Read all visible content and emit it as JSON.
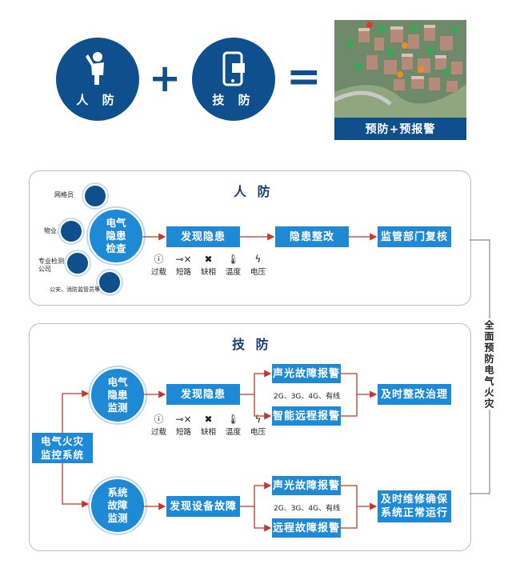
{
  "top": {
    "people": {
      "label": "人 防"
    },
    "tech": {
      "label": "技 防"
    },
    "plus": "+",
    "equals": "=",
    "result_caption": "预防+预报警"
  },
  "panel1": {
    "title": "人 防",
    "roles": [
      "网格员",
      "物业",
      "专业检测\n公司",
      "公安、消防监管员等"
    ],
    "center": "电气\n隐患\n检查",
    "steps": [
      "发现隐患",
      "隐患整改",
      "监管部门复核"
    ],
    "hazards": [
      {
        "icon": "exclamation-icon",
        "label": "过载"
      },
      {
        "icon": "short-circuit-icon",
        "label": "短路"
      },
      {
        "icon": "x-icon",
        "label": "缺相"
      },
      {
        "icon": "thermometer-icon",
        "label": "温度"
      },
      {
        "icon": "lightning-icon",
        "label": "电压"
      }
    ]
  },
  "panel2": {
    "title": "技 防",
    "system": "电气火灾\n监控系统",
    "branch1": {
      "node": "电气\n隐患\n监测",
      "step": "发现隐患",
      "alarm_top": "声光故障报警",
      "network": "2G、3G、4G、有线",
      "alarm_bottom": "智能远程报警",
      "result": "及时整改治理"
    },
    "branch2": {
      "node": "系统\n故障\n监测",
      "step": "发现设备故障",
      "alarm_top": "声光故障报警",
      "network": "2G、3G、4G、有线",
      "alarm_bottom": "远程故障报警",
      "result": "及时维修确保\n系统正常运行"
    },
    "hazards": [
      {
        "icon": "exclamation-icon",
        "label": "过载"
      },
      {
        "icon": "short-circuit-icon",
        "label": "短路"
      },
      {
        "icon": "x-icon",
        "label": "缺相"
      },
      {
        "icon": "thermometer-icon",
        "label": "温度"
      },
      {
        "icon": "lightning-icon",
        "label": "电压"
      }
    ]
  },
  "side_label": "全面预防电气火灾",
  "colors": {
    "dark_blue": "#0f4f8d",
    "box_blue": "#1e8ad5",
    "arrow_red": "#c0392b",
    "title_navy": "#1b3d73"
  }
}
